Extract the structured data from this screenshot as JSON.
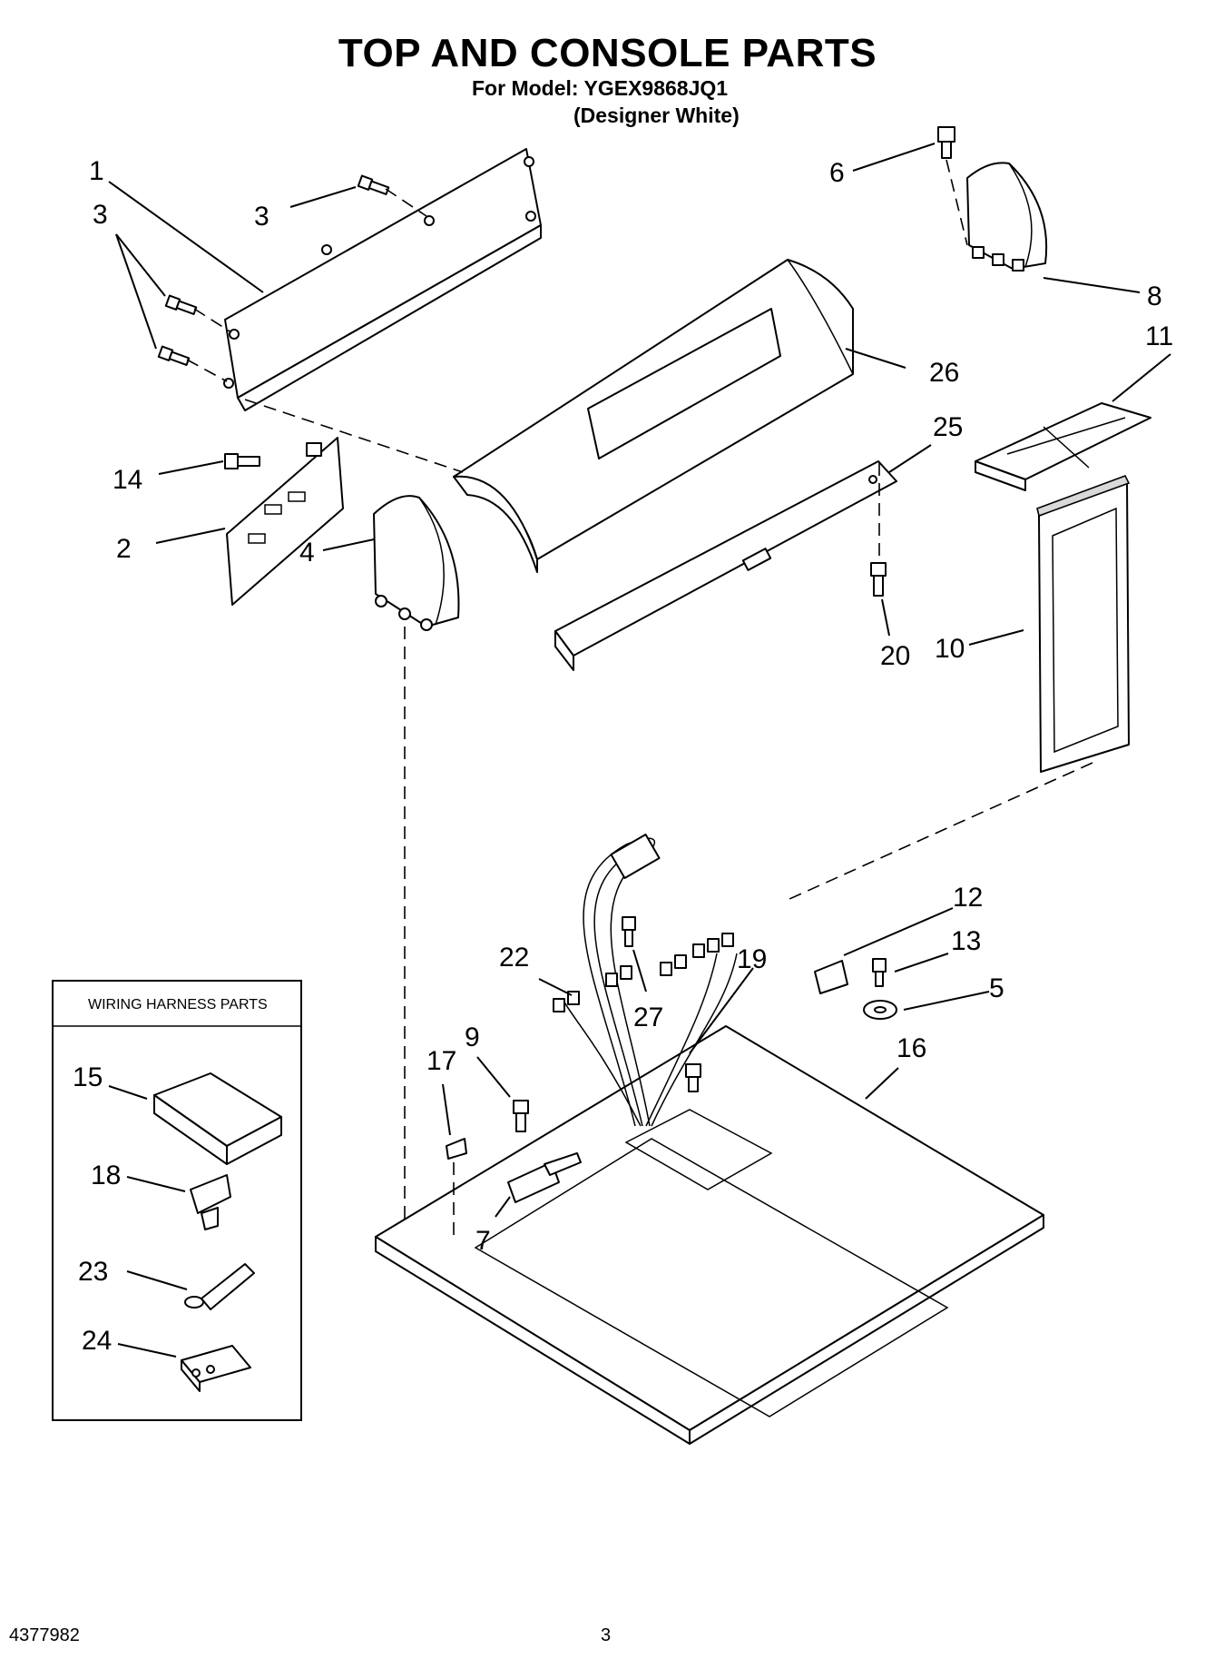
{
  "header": {
    "title": "TOP AND CONSOLE PARTS",
    "model_line": "For Model: YGEX9868JQ1",
    "variant_line": "(Designer White)"
  },
  "inset": {
    "title": "WIRING HARNESS PARTS"
  },
  "callouts": {
    "c1": "1",
    "c2": "2",
    "c3a": "3",
    "c3b": "3",
    "c4": "4",
    "c5": "5",
    "c6": "6",
    "c7": "7",
    "c8": "8",
    "c9": "9",
    "c10": "10",
    "c11": "11",
    "c12": "12",
    "c13": "13",
    "c14": "14",
    "c15": "15",
    "c16": "16",
    "c17": "17",
    "c18": "18",
    "c19": "19",
    "c20": "20",
    "c22": "22",
    "c23": "23",
    "c24": "24",
    "c25": "25",
    "c26": "26",
    "c27": "27"
  },
  "footer": {
    "doc_number": "4377982",
    "page_number": "3"
  }
}
